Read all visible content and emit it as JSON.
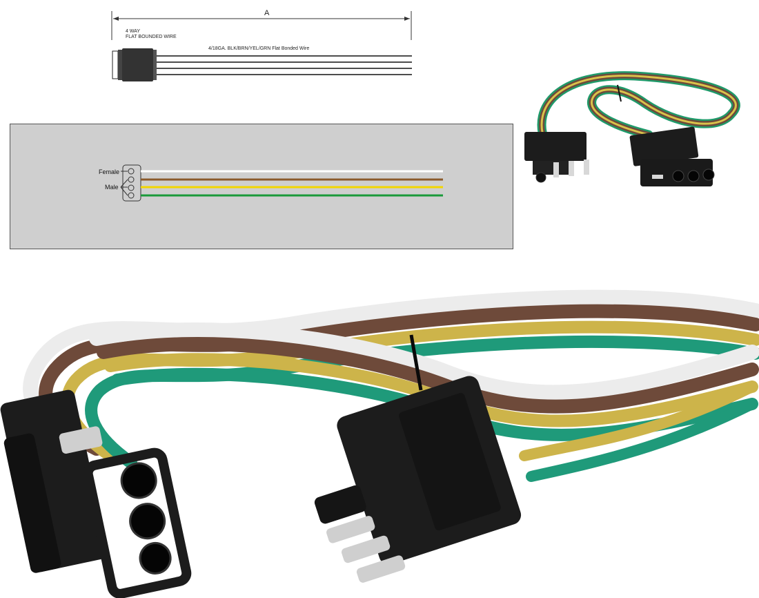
{
  "drawing": {
    "dimension_label": "A",
    "title_line1": "4 WAY",
    "title_line2": "FLAT BOUNDED WIRE",
    "wire_spec": "4/18GA. BLK/BRN/YEL/GRN Flat Bonded Wire"
  },
  "schematic": {
    "female_label": "Female",
    "male_label": "Male",
    "wire_colors": [
      "#ffffff",
      "#8a5a2b",
      "#f2d600",
      "#1a9a3a"
    ]
  },
  "photos": {
    "wire_colors": {
      "white": "#ececec",
      "brown": "#6e4a3a",
      "yellow": "#cdb44a",
      "green": "#1f9a7a"
    },
    "connector_color": "#1c1c1c"
  }
}
